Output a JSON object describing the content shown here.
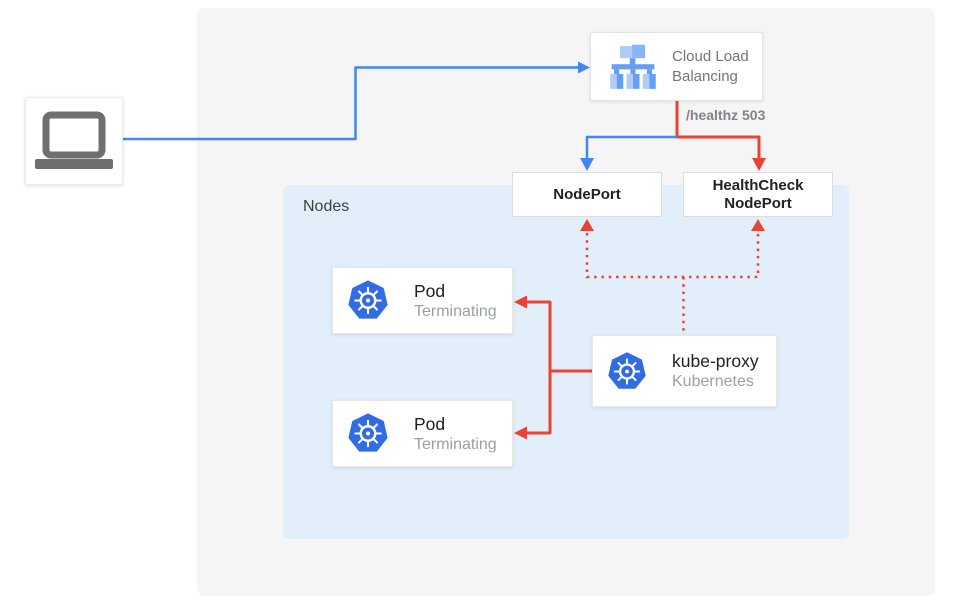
{
  "colors": {
    "line-blue": "#4285f4",
    "line-red": "#ea4335",
    "k8s-blue": "#326ce5",
    "icon-light-blue": "#aecbfa",
    "icon-mid-blue": "#8ab4f8",
    "icon-blue": "#669df6",
    "laptop-gray": "#6f6f6f",
    "panel-gray": "#f5f5f6",
    "panel-blue": "#e2effb",
    "text-dark": "#212121",
    "text-gray": "#9aa0a6",
    "text-medium": "#757575",
    "text-healthz": "#80868b",
    "box-border": "#dadce0"
  },
  "client": {
    "icon": "laptop-icon"
  },
  "load_balancer": {
    "label": "Cloud Load Balancing",
    "icon": "cloud-load-balancing-icon"
  },
  "edges": {
    "healthz_label": "/healthz 503"
  },
  "nodeport": {
    "label": "NodePort"
  },
  "healthcheck_nodeport": {
    "label": "HealthCheck NodePort"
  },
  "nodes_panel": {
    "label": "Nodes",
    "pods": [
      {
        "title": "Pod",
        "subtitle": "Terminating",
        "icon": "kubernetes-icon"
      },
      {
        "title": "Pod",
        "subtitle": "Terminating",
        "icon": "kubernetes-icon"
      }
    ],
    "kube_proxy": {
      "title": "kube-proxy",
      "subtitle": "Kubernetes",
      "icon": "kubernetes-icon"
    }
  }
}
